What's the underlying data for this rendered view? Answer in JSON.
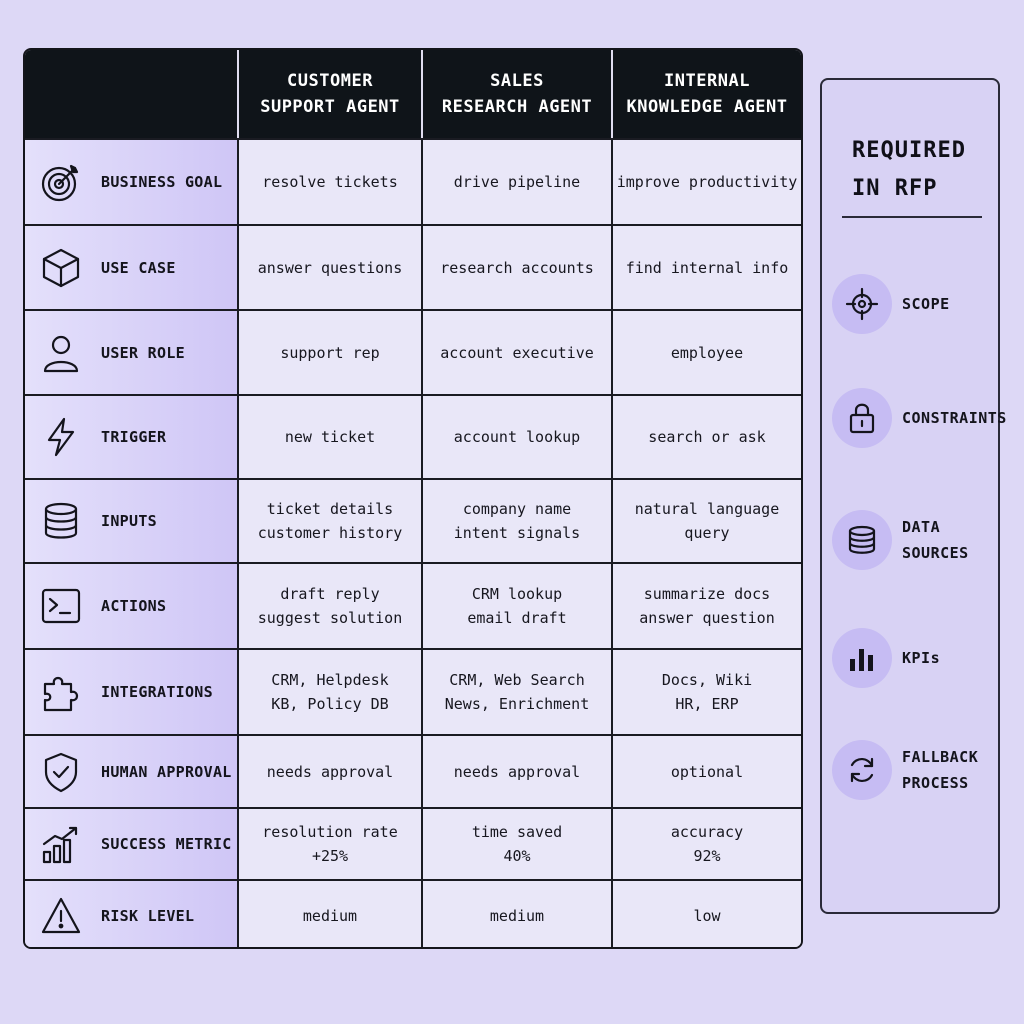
{
  "table": {
    "headers": [
      "",
      "CUSTOMER\nSUPPORT AGENT",
      "SALES\nRESEARCH AGENT",
      "INTERNAL\nKNOWLEDGE AGENT"
    ],
    "rows": [
      {
        "label": "BUSINESS GOAL",
        "icon": "target-icon",
        "cells": [
          "resolve tickets",
          "drive pipeline",
          "improve productivity"
        ]
      },
      {
        "label": "USE CASE",
        "icon": "cube-icon",
        "cells": [
          "answer questions",
          "research accounts",
          "find internal info"
        ]
      },
      {
        "label": "USER ROLE",
        "icon": "user-icon",
        "cells": [
          "support rep",
          "account executive",
          "employee"
        ]
      },
      {
        "label": "TRIGGER",
        "icon": "lightning-icon",
        "cells": [
          "new ticket",
          "account lookup",
          "search or ask"
        ]
      },
      {
        "label": "INPUTS",
        "icon": "database-icon",
        "cells": [
          "ticket details\ncustomer history",
          "company name\nintent signals",
          "natural language\nquery"
        ]
      },
      {
        "label": "ACTIONS",
        "icon": "terminal-icon",
        "cells": [
          "draft reply\nsuggest solution",
          "CRM lookup\nemail draft",
          "summarize docs\nanswer question"
        ]
      },
      {
        "label": "INTEGRATIONS",
        "icon": "puzzle-icon",
        "cells": [
          "CRM, Helpdesk\nKB, Policy DB",
          "CRM, Web Search\nNews, Enrichment",
          "Docs, Wiki\nHR, ERP"
        ]
      },
      {
        "label": "HUMAN APPROVAL",
        "icon": "shield-check-icon",
        "cells": [
          "needs approval",
          "needs approval",
          "optional"
        ]
      },
      {
        "label": "SUCCESS METRIC",
        "icon": "growth-chart-icon",
        "cells": [
          "resolution rate\n+25%",
          "time saved\n40%",
          "accuracy\n92%"
        ]
      },
      {
        "label": "RISK LEVEL",
        "icon": "warning-icon",
        "cells": [
          "medium",
          "medium",
          "low"
        ]
      }
    ]
  },
  "panel": {
    "title": "REQUIRED\nIN RFP",
    "items": [
      {
        "label": "SCOPE",
        "icon": "crosshair-icon"
      },
      {
        "label": "CONSTRAINTS",
        "icon": "lock-icon"
      },
      {
        "label": "DATA\nSOURCES",
        "icon": "database-icon"
      },
      {
        "label": "KPIs",
        "icon": "bar-chart-icon"
      },
      {
        "label": "FALLBACK\nPROCESS",
        "icon": "refresh-icon"
      }
    ]
  },
  "colors": {
    "header_bg": "#0f1419",
    "accent": "#c6bcf3",
    "background": "#ddd8f6"
  }
}
